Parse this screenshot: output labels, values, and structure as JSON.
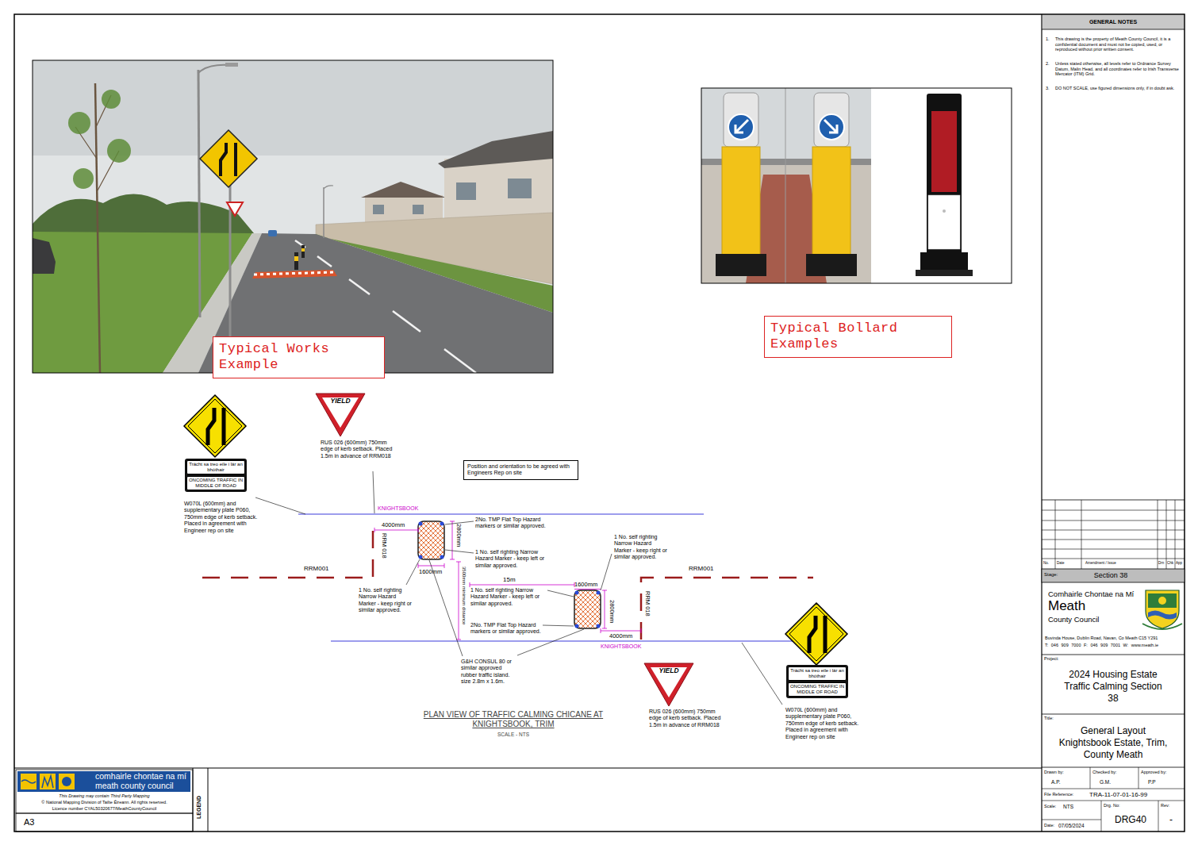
{
  "diagram": {
    "nodes": [
      {
        "text": [
          "Typical Works Example"
        ]
      },
      {
        "text": [
          "Typical Bollard Examples"
        ]
      },
      {
        "text": [
          "YIELD"
        ]
      },
      {
        "text": [
          "Trácht sa treo eile i lár an bhóthair",
          "ONCOMING TRAFFIC IN MIDDLE OF ROAD"
        ]
      },
      {
        "text": [
          "Position and orientation to be agreed with Engineers Rep on site"
        ]
      },
      {
        "text": [
          "YIELD"
        ]
      },
      {
        "text": [
          "Trácht sa treo eile i lár an bhóthair",
          "ONCOMING TRAFFIC IN MIDDLE OF ROAD"
        ]
      },
      {
        "text": [
          "GENERAL NOTES",
          "1.",
          "This drawing is the property of Meath County Council, it is a confidential document and must not be copied, used, or reproduced without prior written consent.",
          "2.",
          "Unless stated otherwise, all levels refer to Ordnance Survey Datum, Malin Head, and all coordinates refer to Irish Transverse Mercator (ITM) Grid.",
          "3.",
          "DO NOT SCALE, use figured dimensions only, if in doubt ask."
        ]
      },
      {
        "text": [
          "Comhairle Chontae na Mí",
          "Meath",
          "County Council",
          "Buvinda House, Dublin Road, Navan, Co Meath C15 Y291",
          "T: 046 909 7000 F: 046 909 7001 W: www.meath.ie"
        ]
      },
      {
        "text": [
          "Project:",
          "2024 Housing Estate Traffic Calming Section 38"
        ]
      },
      {
        "text": [
          "Title:",
          "General Layout Knightsbook Estate, Trim, County Meath"
        ]
      },
      {
        "text": [
          "comhairle chontae na mí meath county council",
          "This Drawing may contain Third Party Mapping",
          "© National Mapping Division of Tailte Éireann. All rights reserved.",
          "Licence number CYAL50320677/MeathCountyCouncil"
        ]
      }
    ],
    "labels": [
      "W070L (600mm) and supplementary plate P060, 750mm edge of kerb setback. Placed in agreement with Engineer rep on site",
      "RUS 026 (600mm) 750mm edge of kerb setback. Placed 1.5m in advance of RRM018",
      "KNIGHTSBOOK",
      "2No. TMP Flat Top Hazard markers or similar approved.",
      "4000mm",
      "RRM 018",
      "2800mm",
      "1 No. self righting Narrow Hazard Marker - keep left or similar approved.",
      "RRM001",
      "1600mm",
      "1 No. self righting Narrow Hazard Marker - keep right or similar approved.",
      "3500mm minimum distance",
      "15m",
      "1 No. self righting Narrow Hazard Marker - keep right or similar approved.",
      "RRM001",
      "1 No. self righting Narrow Hazard Marker - keep left or similar approved.",
      "1600mm",
      "2800mm",
      "RRM 018",
      "2No. TMP Flat Top Hazard markers or similar approved.",
      "4000mm",
      "KNIGHTSBOOK",
      "G&H CONSUL 80 or similar approved rubber traffic island. size 2.8m x 1.6m.",
      "PLAN VIEW OF TRAFFIC CALMING CHICANE AT KNIGHTSBOOK, TRIM",
      "SCALE - NTS",
      "RUS 026 (600mm) 750mm edge of kerb setback. Placed 1.5m in advance of RRM018",
      "W070L (600mm) and supplementary plate P060, 750mm edge of kerb setback. Placed in agreement with Engineer rep on site",
      "No.",
      "Date",
      "Amendment / Issue",
      "Drn",
      "Chk",
      "App",
      "Stage:",
      "Section 38",
      "Drawn by:",
      "A.P.",
      "Checked by:",
      "G.M.",
      "Approved by:",
      "P.P",
      "File Reference:",
      "TRA-11-07-01-16-99",
      "Scale:",
      "NTS",
      "Drg. No:",
      "DRG40",
      "Rev:",
      "-",
      "Date:",
      "07/05/2024",
      "LEGEND",
      "A3"
    ]
  }
}
